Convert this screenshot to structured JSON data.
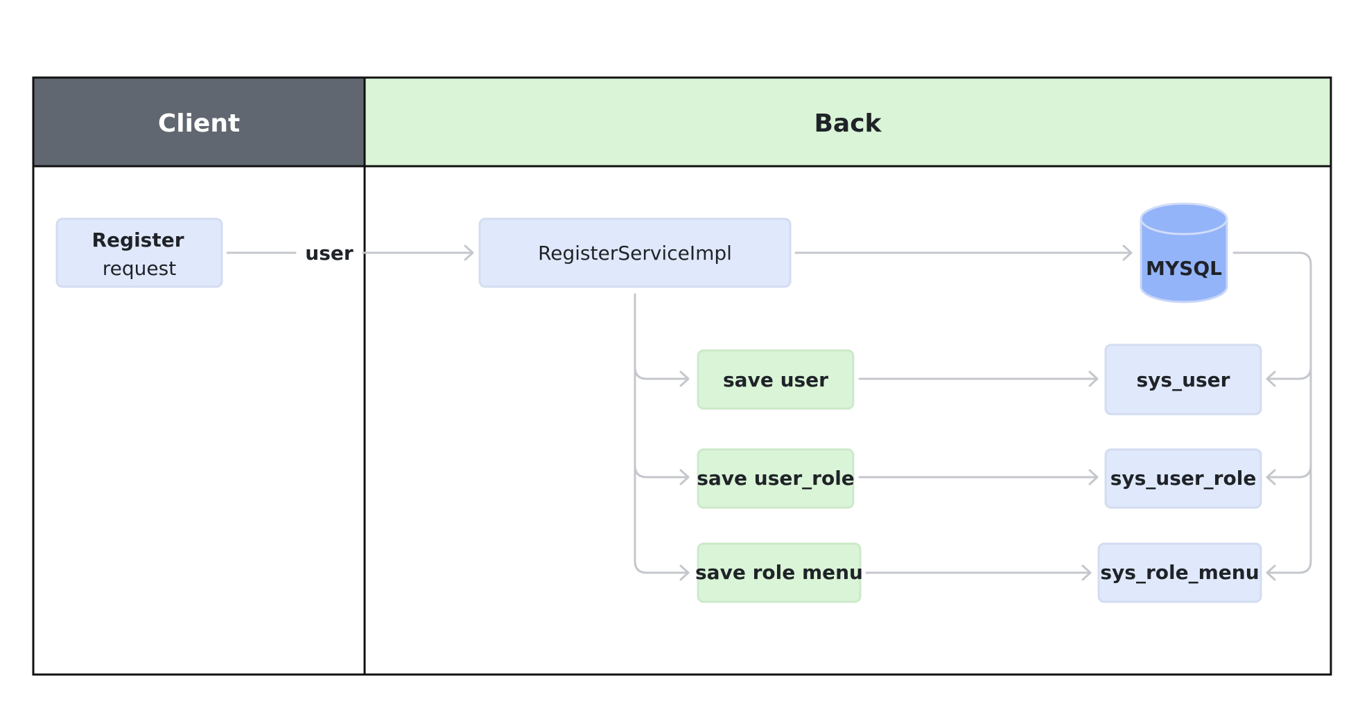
{
  "lanes": {
    "client": {
      "title": "Client",
      "header_color": "#606770",
      "title_color": "#ffffff"
    },
    "back": {
      "title": "Back",
      "header_color": "#d9f4d6",
      "title_color": "#1f2328"
    }
  },
  "nodes": {
    "register": {
      "line1": "Register",
      "line2": "request"
    },
    "edge_label": "user",
    "service": "RegisterServiceImpl",
    "db": "MYSQL",
    "save_user": "save user",
    "save_user_role": "save user_role",
    "save_role_menu": "save role menu",
    "sys_user": "sys_user",
    "sys_user_role": "sys_user_role",
    "sys_role_menu": "sys_role_menu"
  },
  "colors": {
    "blue_node": "#e0e8fb",
    "green_node": "#d9f4d6",
    "db_fill": "#94b4f9",
    "connector": "#c4c7cc"
  }
}
